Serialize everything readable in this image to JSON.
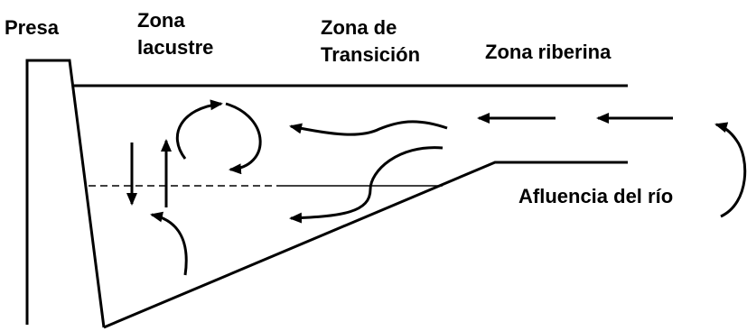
{
  "labels": {
    "presa": "Presa",
    "zona_lacustre_line1": "Zona",
    "zona_lacustre_line2": "lacustre",
    "zona_transicion_line1": "Zona de",
    "zona_transicion_line2": "Transición",
    "zona_riberina": "Zona riberina",
    "afluencia": "Afluencia del río"
  },
  "colors": {
    "ink": "#000000",
    "background": "#ffffff"
  }
}
